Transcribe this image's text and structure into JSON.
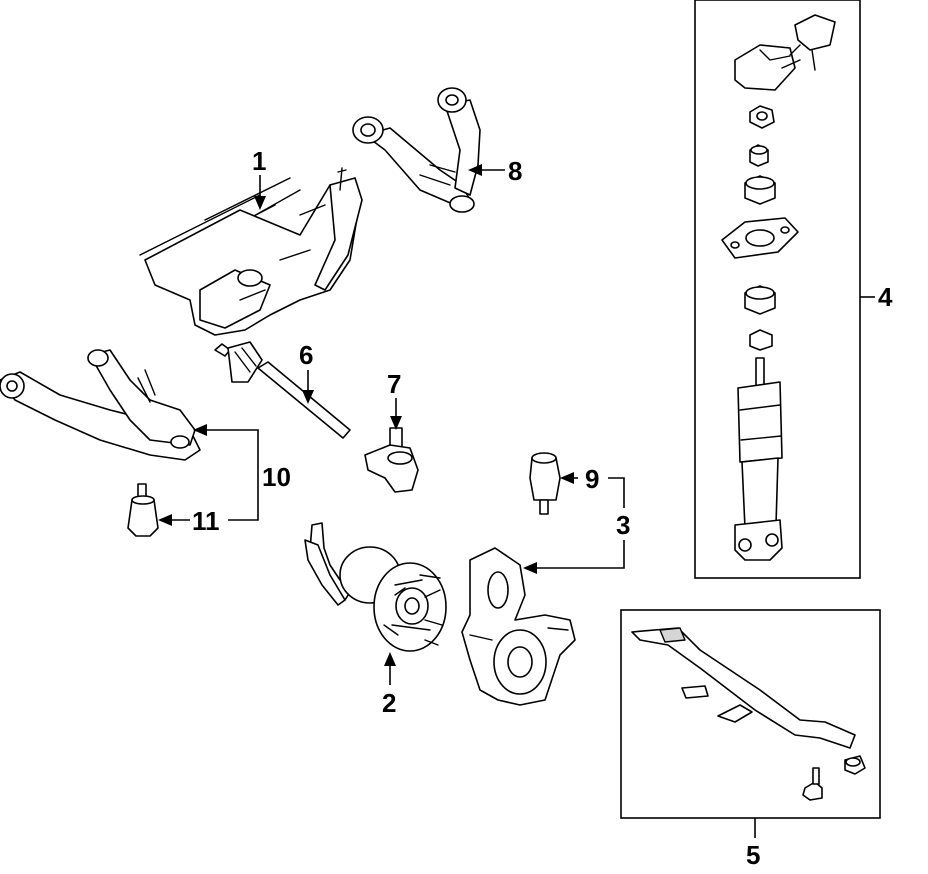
{
  "callouts": {
    "c1": "1",
    "c2": "2",
    "c3": "3",
    "c4": "4",
    "c5": "5",
    "c6": "6",
    "c7": "7",
    "c8": "8",
    "c9": "9",
    "c10": "10",
    "c11": "11"
  },
  "colors": {
    "line": "#000000",
    "background": "#ffffff",
    "shade": "#d6d6d6"
  }
}
